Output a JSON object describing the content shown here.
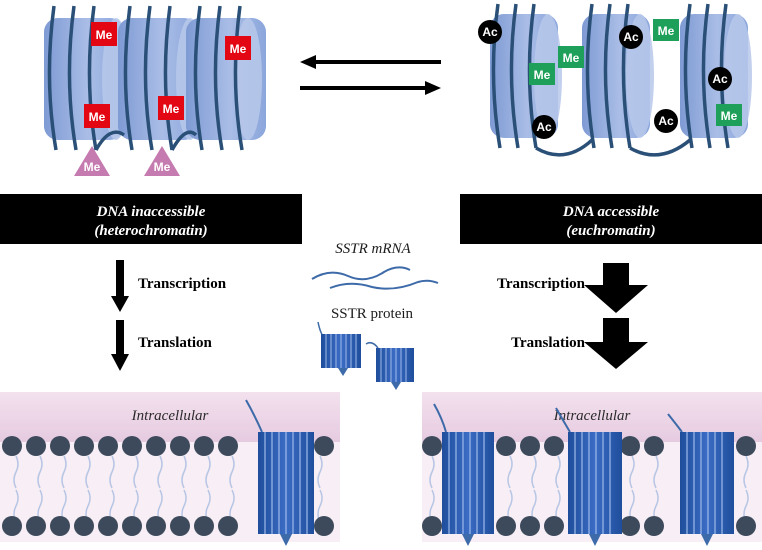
{
  "labels": {
    "left_banner_line1": "DNA inaccessible",
    "left_banner_line2": "(heterochromatin)",
    "right_banner_line1": "DNA accessible",
    "right_banner_line2": "(euchromatin)",
    "transcription": "Transcription",
    "translation": "Translation",
    "mrna": "SSTR mRNA",
    "protein": "SSTR protein",
    "intracellular": "Intracellular"
  },
  "marks": {
    "methyl": "Me",
    "acetyl": "Ac"
  },
  "colors": {
    "nucleosome": "#8ea9dd",
    "dna_strand": "#2a5078",
    "methyl_histone": "#e30613",
    "methyl_dna": "#c67bb0",
    "acetyl": "#000000",
    "methyl_eu": "#1fa05a",
    "banner": "#000000",
    "membrane_head": "#3c4a5c",
    "cytoplasm": "#ecd3e4",
    "receptor": "#2f5aa8"
  }
}
